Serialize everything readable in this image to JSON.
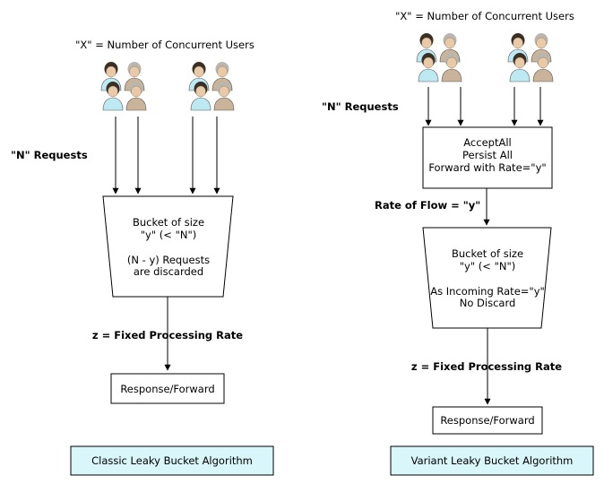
{
  "colors": {
    "caption_fill": "#d9f6fa",
    "skin": "#e8c9a8",
    "hair_dark": "#3b3026",
    "hair_grey": "#b8b6ae",
    "shirt_teal": "#bde9f2",
    "shirt_tan": "#c9b49a"
  },
  "classic": {
    "users_label": "\"X\" = Number of Concurrent Users",
    "requests_label": "\"N\" Requests",
    "bucket_line1": "Bucket of size",
    "bucket_line2": "\"y\" (< \"N\")",
    "bucket_line3": "(N - y) Requests",
    "bucket_line4": "are discarded",
    "rate_label": "z = Fixed Processing Rate",
    "response_label": "Response/Forward",
    "caption": "Classic Leaky Bucket Algorithm"
  },
  "variant": {
    "users_label": "\"X\" = Number of Concurrent Users",
    "requests_label": "\"N\" Requests",
    "accept_line1": "AcceptAll",
    "accept_line2": "Persist All",
    "accept_line3": "Forward with Rate=\"y\"",
    "flow_label": "Rate of Flow = \"y\"",
    "bucket_line1": "Bucket of size",
    "bucket_line2": "\"y\" (< \"N\")",
    "bucket_line3": "As Incoming Rate=\"y\"",
    "bucket_line4": "No Discard",
    "rate_label": "z = Fixed Processing Rate",
    "response_label": "Response/Forward",
    "caption": "Variant Leaky Bucket Algorithm"
  }
}
